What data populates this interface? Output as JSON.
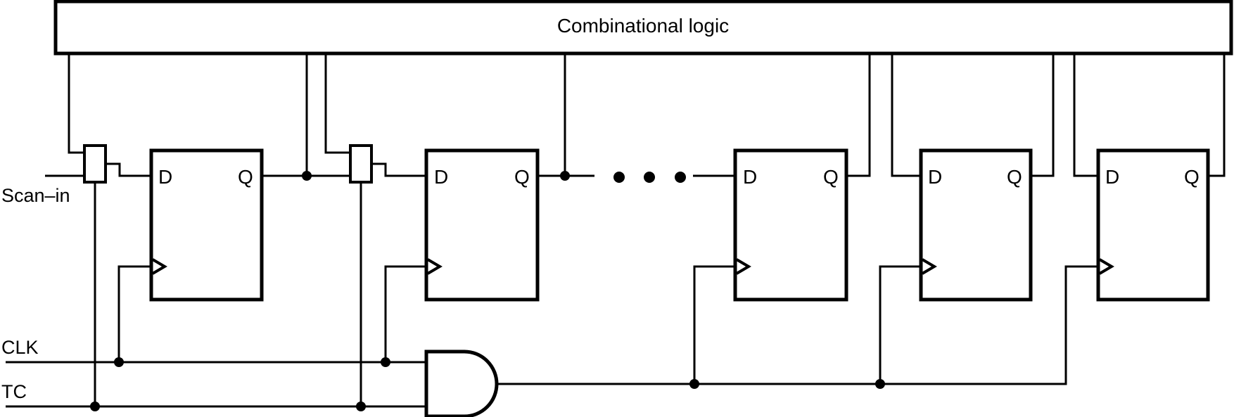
{
  "title": "Combinational logic",
  "inputs": {
    "scan_in": "Scan–in",
    "clk": "CLK",
    "tc": "TC"
  },
  "flipflop": {
    "d": "D",
    "q": "Q"
  },
  "ellipsis": "• • •",
  "colors": {
    "line": "#000000",
    "background": "#ffffff"
  }
}
